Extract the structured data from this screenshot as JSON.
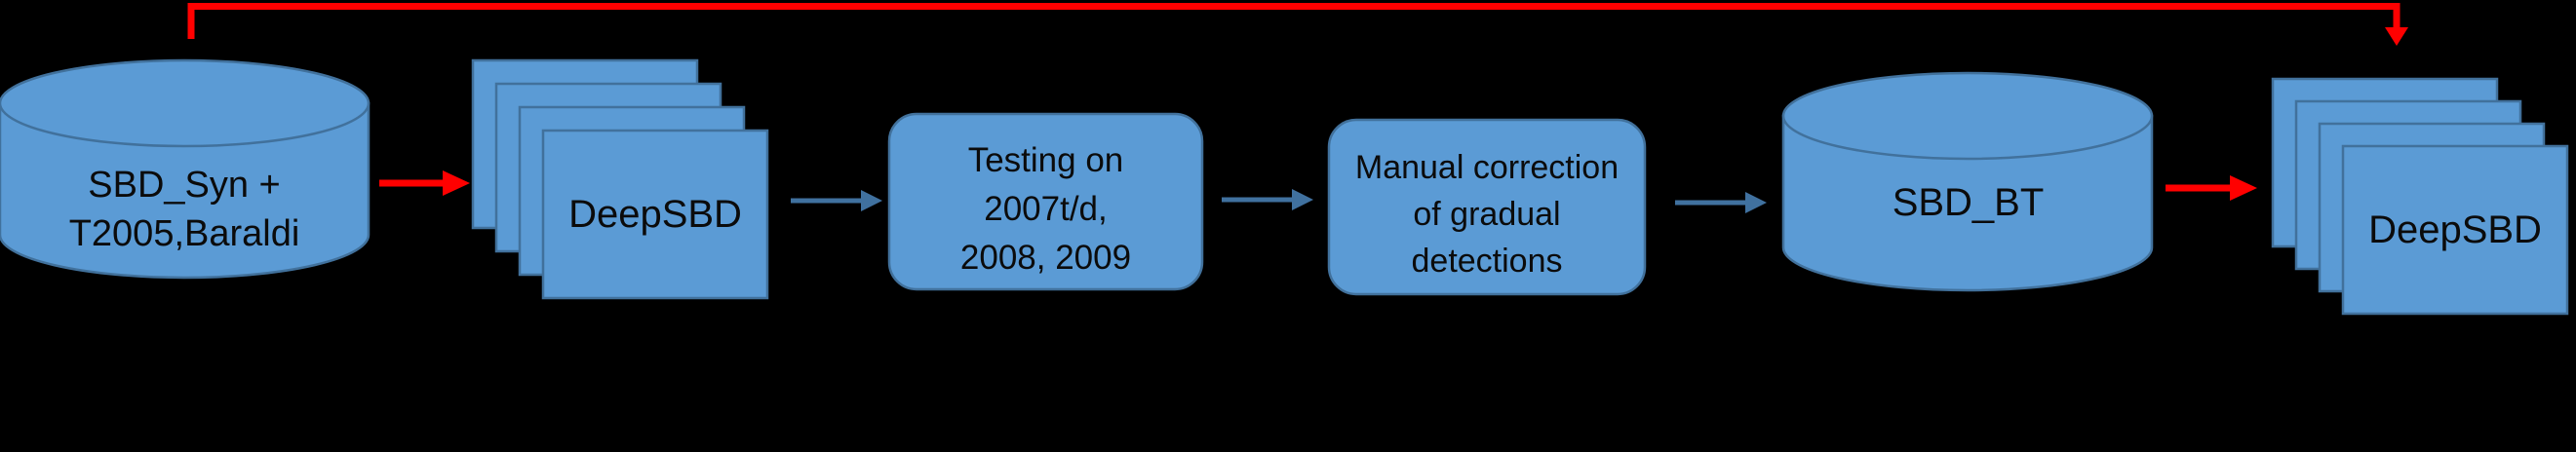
{
  "colors": {
    "background": "#000000",
    "node_fill": "#5B9BD5",
    "node_border": "#41719C",
    "flow_arrow": "#40719F",
    "feedback_arrow": "#FF0000",
    "text": "#0B0B0B"
  },
  "nodes": {
    "source_db": {
      "type": "database",
      "label": "SBD_Syn +\nT2005,Baraldi"
    },
    "deepsbd_first": {
      "type": "stacked-model",
      "label": "DeepSBD"
    },
    "testing": {
      "type": "process",
      "label": "Testing on\n2007t/d,\n2008, 2009"
    },
    "manual_correction": {
      "type": "process",
      "label": "Manual correction\nof gradual\ndetections"
    },
    "bootstrap_db": {
      "type": "database",
      "label": "SBD_BT"
    },
    "deepsbd_second": {
      "type": "stacked-model",
      "label": "DeepSBD"
    }
  },
  "edges": [
    {
      "from": "source_db",
      "to": "deepsbd_first",
      "color": "red"
    },
    {
      "from": "deepsbd_first",
      "to": "testing",
      "color": "blue"
    },
    {
      "from": "testing",
      "to": "manual_correction",
      "color": "blue"
    },
    {
      "from": "manual_correction",
      "to": "bootstrap_db",
      "color": "blue"
    },
    {
      "from": "bootstrap_db",
      "to": "deepsbd_second",
      "color": "red"
    },
    {
      "from": "source_db",
      "to": "deepsbd_second",
      "color": "red",
      "route": "top-feedback"
    }
  ]
}
